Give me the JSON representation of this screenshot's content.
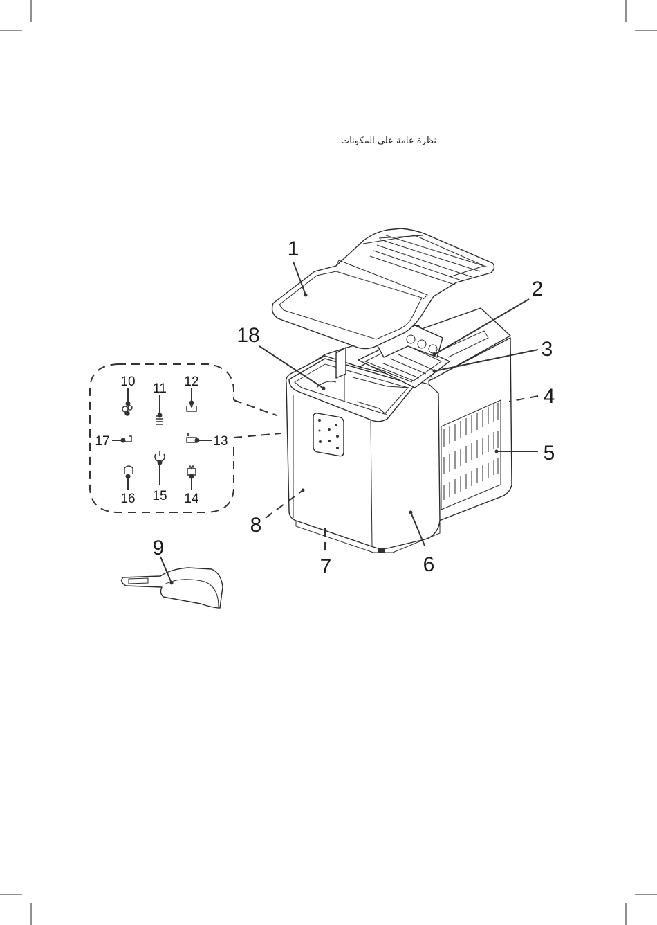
{
  "title": "نظرة عامة على المكونات",
  "callouts": {
    "c1": "1",
    "c2": "2",
    "c3": "3",
    "c4": "4",
    "c5": "5",
    "c6": "6",
    "c7": "7",
    "c8": "8",
    "c9": "9",
    "c18": "18"
  },
  "panel_callouts": {
    "c10": "10",
    "c11": "11",
    "c12": "12",
    "c13": "13",
    "c14": "14",
    "c15": "15",
    "c16": "16",
    "c17": "17"
  },
  "icons": {
    "c10": "ice-size-icon",
    "c11": "water-level-icon",
    "c12": "water-drop-icon",
    "c13": "ice-full-icon",
    "c14": "ice-cube-icon",
    "c15": "power-icon",
    "c16": "scoop-icon",
    "c17": "cup-icon"
  }
}
